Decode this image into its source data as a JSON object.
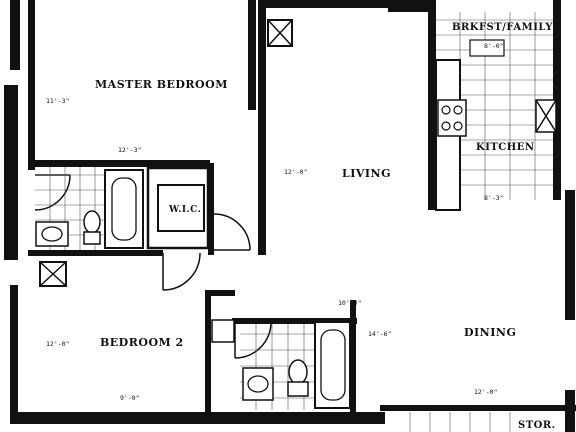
{
  "rooms": {
    "master": "MASTER BEDROOM",
    "living": "LIVING",
    "kitchen": "KITCHEN",
    "brkfst": "BRKFST/FAMILY",
    "wic": "W.I.C.",
    "bedroom2": "BEDROOM 2",
    "dining": "DINING",
    "stor": "STOR."
  },
  "dims": {
    "master_w": "11'-3\"",
    "master_h": "12'-3\"",
    "living_w": "12'-0\"",
    "brkfst": "8'-0\"",
    "kitchen": "8'-3\"",
    "bed2_w": "12'-0\"",
    "bed2_h": "9'-0\"",
    "dining_a": "10'-0\"",
    "dining_b": "14'-6\"",
    "stor": "12'-0\""
  },
  "colors": {
    "ink": "#111111",
    "paper": "#ffffff"
  }
}
